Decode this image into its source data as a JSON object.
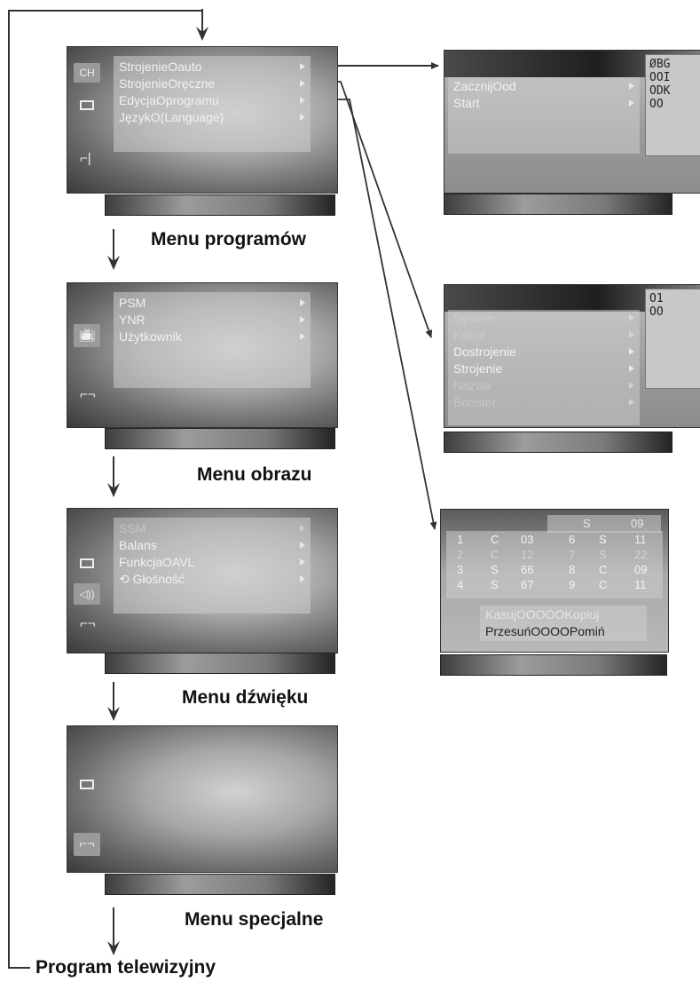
{
  "menus": {
    "programow": {
      "items": [
        "StrojenieOauto",
        "StrojenieOręczne",
        "EdycjaOprogramu",
        "JęzykO(Language)"
      ],
      "caption": "Menu programów"
    },
    "obrazu": {
      "items": [
        "PSM",
        "YNR",
        "Użytkownik"
      ],
      "caption": "Menu obrazu"
    },
    "dzwieku": {
      "items": [
        "SSM",
        "Balans",
        "FunkcjaOAVL",
        "Głośność"
      ],
      "caption": "Menu dźwięku"
    },
    "specjalne": {
      "caption": "Menu specjalne"
    }
  },
  "program_label": "Program telewizyjny",
  "submenus": {
    "auto": {
      "items": [
        "ZacznijOod",
        "Start"
      ],
      "info": [
        "ØBG",
        "OOI",
        "ODK",
        "OO"
      ]
    },
    "manual": {
      "items": [
        "System",
        "Kanał",
        "Dostrojenie",
        "Strojenie",
        "Nazwa",
        "Booster"
      ],
      "info": [
        "O1",
        "OO"
      ]
    },
    "edit": {
      "header": [
        "S",
        "09"
      ],
      "rows": [
        [
          "1",
          "C",
          "03",
          "6",
          "S",
          "11"
        ],
        [
          "2",
          "C",
          "12",
          "7",
          "S",
          "22"
        ],
        [
          "3",
          "S",
          "66",
          "8",
          "C",
          "09"
        ],
        [
          "4",
          "S",
          "67",
          "9",
          "C",
          "11"
        ]
      ],
      "footer": [
        "KasujOOOOOKopiuj",
        "PrzesuńOOOOPomiń"
      ]
    }
  },
  "colors": {
    "screen_mid": "#a6a6a6",
    "text_light": "#f2f2f2",
    "arrow": "#333333"
  }
}
